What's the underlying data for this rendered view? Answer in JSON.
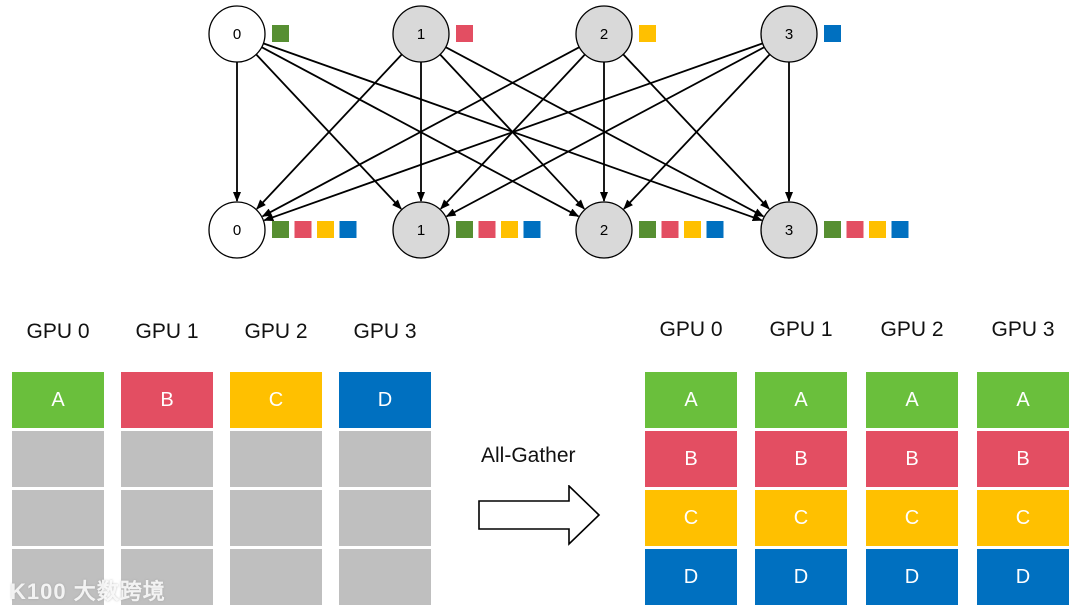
{
  "graph": {
    "source_nodes": [
      {
        "label": "0",
        "fill": "#ffffff",
        "squares": [
          "#578f32"
        ]
      },
      {
        "label": "1",
        "fill": "#d9d9d9",
        "squares": [
          "#e34e62"
        ]
      },
      {
        "label": "2",
        "fill": "#d9d9d9",
        "squares": [
          "#ffc000"
        ]
      },
      {
        "label": "3",
        "fill": "#d9d9d9",
        "squares": [
          "#0070c0"
        ]
      }
    ],
    "target_nodes": [
      {
        "label": "0",
        "fill": "#ffffff",
        "squares": [
          "#578f32",
          "#e34e62",
          "#ffc000",
          "#0070c0"
        ]
      },
      {
        "label": "1",
        "fill": "#d9d9d9",
        "squares": [
          "#578f32",
          "#e34e62",
          "#ffc000",
          "#0070c0"
        ]
      },
      {
        "label": "2",
        "fill": "#d9d9d9",
        "squares": [
          "#578f32",
          "#e34e62",
          "#ffc000",
          "#0070c0"
        ]
      },
      {
        "label": "3",
        "fill": "#d9d9d9",
        "squares": [
          "#578f32",
          "#e34e62",
          "#ffc000",
          "#0070c0"
        ]
      }
    ],
    "edges": "all-to-all"
  },
  "before": {
    "headers": [
      "GPU 0",
      "GPU 1",
      "GPU 2",
      "GPU 3"
    ],
    "columns": [
      [
        {
          "text": "A",
          "color": "#6abf3c"
        },
        {
          "text": "",
          "color": "#bfbfbf"
        },
        {
          "text": "",
          "color": "#bfbfbf"
        },
        {
          "text": "",
          "color": "#bfbfbf"
        }
      ],
      [
        {
          "text": "B",
          "color": "#e34e62"
        },
        {
          "text": "",
          "color": "#bfbfbf"
        },
        {
          "text": "",
          "color": "#bfbfbf"
        },
        {
          "text": "",
          "color": "#bfbfbf"
        }
      ],
      [
        {
          "text": "C",
          "color": "#ffc000"
        },
        {
          "text": "",
          "color": "#bfbfbf"
        },
        {
          "text": "",
          "color": "#bfbfbf"
        },
        {
          "text": "",
          "color": "#bfbfbf"
        }
      ],
      [
        {
          "text": "D",
          "color": "#0070c0"
        },
        {
          "text": "",
          "color": "#bfbfbf"
        },
        {
          "text": "",
          "color": "#bfbfbf"
        },
        {
          "text": "",
          "color": "#bfbfbf"
        }
      ]
    ]
  },
  "operation": {
    "label": "All-Gather",
    "icon": "right-arrow-icon"
  },
  "after": {
    "headers": [
      "GPU 0",
      "GPU 1",
      "GPU 2",
      "GPU 3"
    ],
    "columns": [
      [
        {
          "text": "A",
          "color": "#6abf3c"
        },
        {
          "text": "B",
          "color": "#e34e62"
        },
        {
          "text": "C",
          "color": "#ffc000"
        },
        {
          "text": "D",
          "color": "#0070c0"
        }
      ],
      [
        {
          "text": "A",
          "color": "#6abf3c"
        },
        {
          "text": "B",
          "color": "#e34e62"
        },
        {
          "text": "C",
          "color": "#ffc000"
        },
        {
          "text": "D",
          "color": "#0070c0"
        }
      ],
      [
        {
          "text": "A",
          "color": "#6abf3c"
        },
        {
          "text": "B",
          "color": "#e34e62"
        },
        {
          "text": "C",
          "color": "#ffc000"
        },
        {
          "text": "D",
          "color": "#0070c0"
        }
      ],
      [
        {
          "text": "A",
          "color": "#6abf3c"
        },
        {
          "text": "B",
          "color": "#e34e62"
        },
        {
          "text": "C",
          "color": "#ffc000"
        },
        {
          "text": "D",
          "color": "#0070c0"
        }
      ]
    ]
  },
  "watermark": "K100 大数跨境"
}
